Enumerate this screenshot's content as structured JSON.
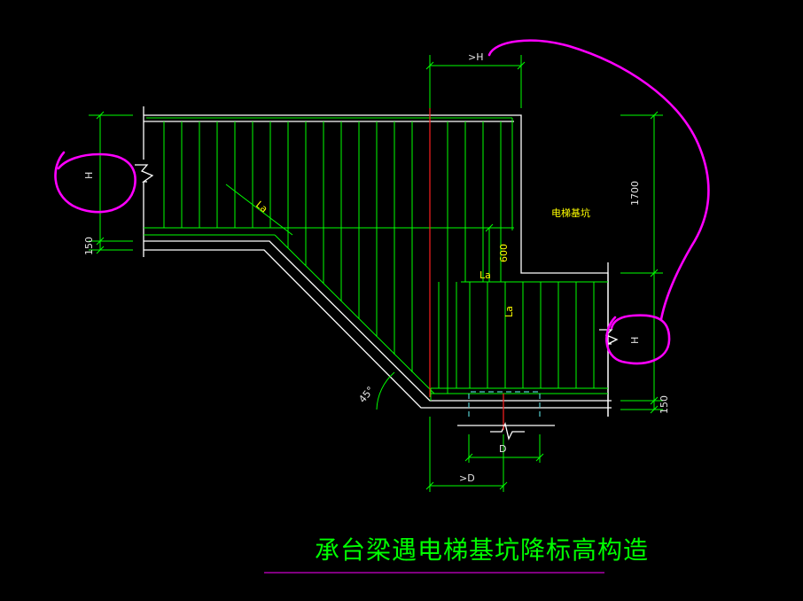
{
  "drawing": {
    "title": "承台梁遇电梯基坑降标高构造",
    "pit_label": "电梯基坑",
    "dims": {
      "top_h": ">H",
      "left_h": "H",
      "left_150": "150",
      "right_1700": "1700",
      "right_h": "H",
      "right_150": "150",
      "d": "D",
      "bottom_d": ">D",
      "dim_600": "600"
    },
    "labels": {
      "la_diag": "La",
      "la_upper": "La",
      "la_vertical": "La",
      "angle": "45°"
    }
  },
  "colors": {
    "background": "#000000",
    "outline": "#ffffff",
    "rebar": "#00ff00",
    "dimension": "#00ff00",
    "text_yellow": "#ffff00",
    "axis": "#ff0000",
    "pile": "#55cccc",
    "markup": "#ff00ff",
    "title_underline": "#cc00cc"
  }
}
